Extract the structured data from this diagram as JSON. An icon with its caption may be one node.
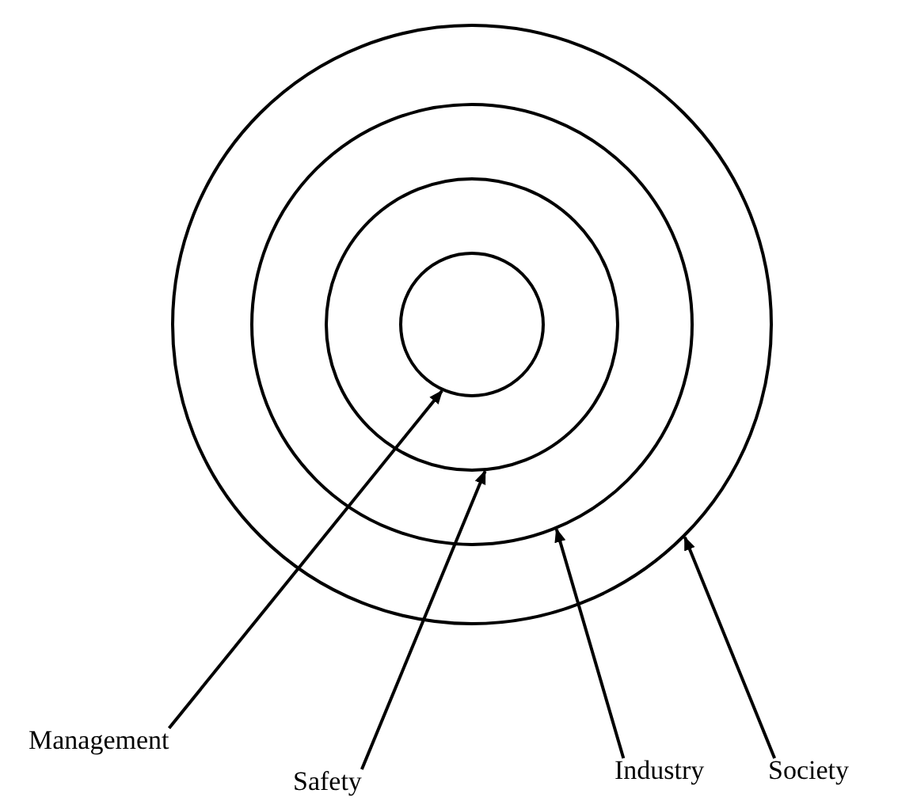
{
  "diagram": {
    "nodes": [
      {
        "text": [],
        "shape": "circle"
      },
      {
        "text": [],
        "shape": "circle",
        "in": 0
      },
      {
        "text": [],
        "shape": "circle",
        "in": 1
      },
      {
        "text": [],
        "shape": "circle",
        "in": 2
      },
      {
        "text": [
          "Management"
        ]
      },
      {
        "text": [
          "Safety"
        ]
      },
      {
        "text": [
          "Industry"
        ]
      },
      {
        "text": [
          "Society"
        ]
      }
    ],
    "edges": [
      {
        "from": 4,
        "to": 3,
        "arrow": "to"
      },
      {
        "from": 5,
        "to": 2,
        "arrow": "to"
      },
      {
        "from": 6,
        "to": 1,
        "arrow": "to"
      },
      {
        "from": 7,
        "to": 0,
        "arrow": "to"
      }
    ]
  }
}
